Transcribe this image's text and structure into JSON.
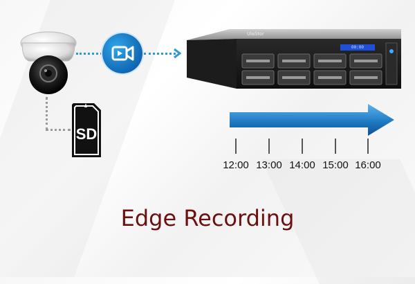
{
  "diagram": {
    "title": "Edge Recording",
    "nvr": {
      "brand_label": "UlaStor",
      "lcd_text": "00:00 00:00:00"
    },
    "sd_card": {
      "label": "SD"
    },
    "timeline": {
      "ticks": [
        "12:00",
        "13:00",
        "14:00",
        "15:00",
        "16:00"
      ]
    },
    "colors": {
      "caption": "#6b0f0f",
      "accent_blue": "#1f7bc4",
      "connector_blue": "#2c9ad0",
      "connector_gray": "#9a9a9a"
    },
    "icons": {
      "camera": "dome-camera-icon",
      "video": "video-camera-icon",
      "sd": "sd-card-icon",
      "nvr": "nvr-server-icon",
      "arrow": "arrow-right-icon"
    }
  }
}
